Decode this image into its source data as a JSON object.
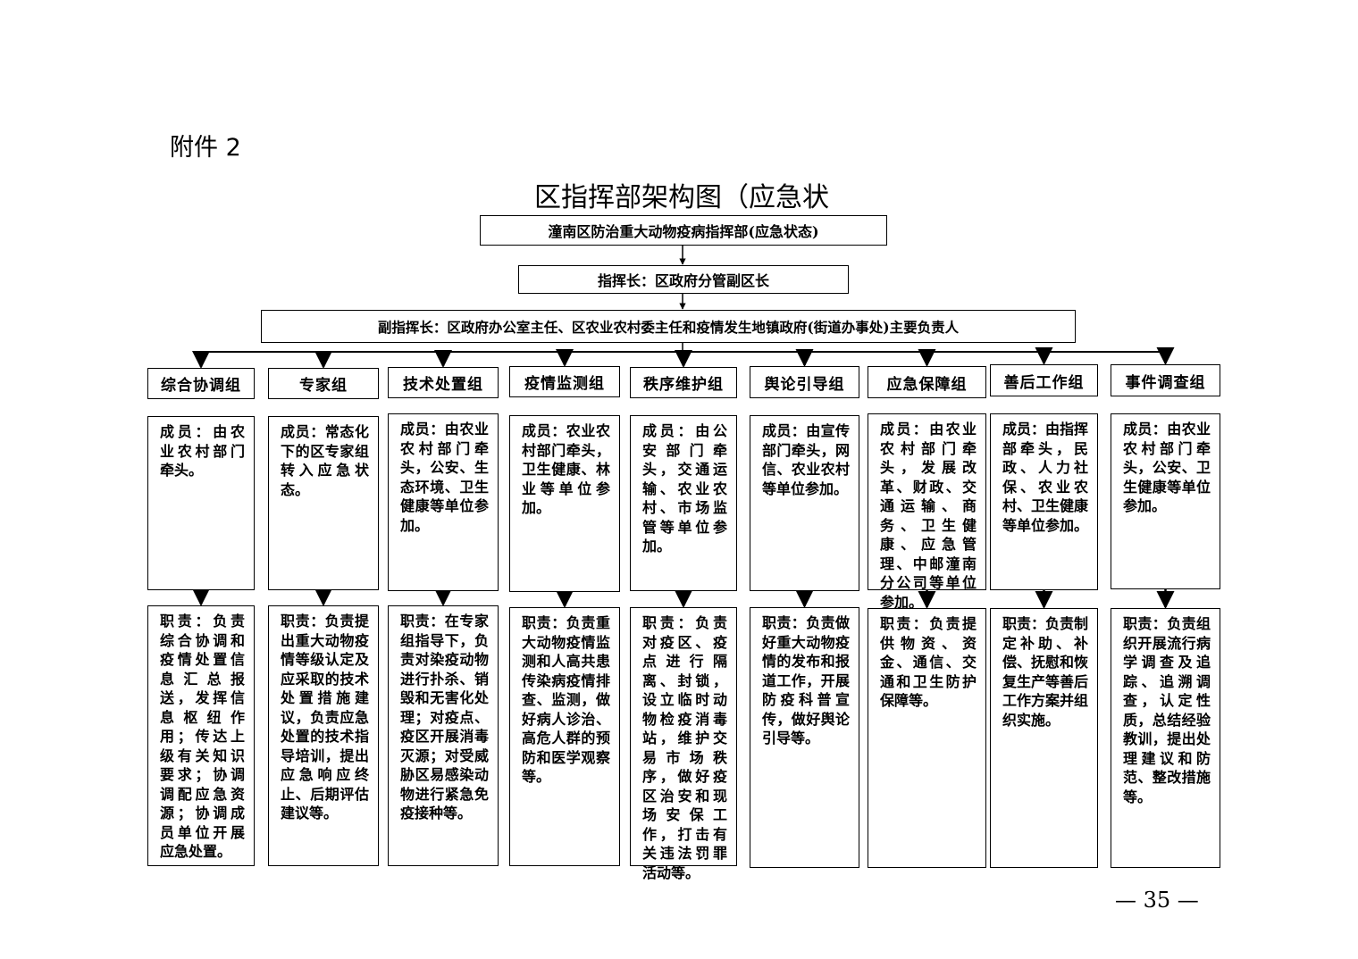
{
  "header": {
    "attachment": "附件 2",
    "title": "区指挥部架构图（应急状"
  },
  "chart": {
    "top": "潼南区防治重大动物疫病指挥部(应急状态)",
    "commander": "指挥长：区政府分管副区长",
    "deputy": "副指挥长：区政府办公室主任、区农业农村委主任和疫情发生地镇政府(街道办事处)主要负责人",
    "groups": [
      {
        "name": "综合协调组",
        "members": "成员：由农业农村部门牵头。",
        "duties": "职责：负责综合协调和疫情处置信息汇总报送，发挥信息枢纽作用；传达上级有关知识要求；协调调配应急资源；协调成员单位开展应急处置。"
      },
      {
        "name": "专家组",
        "members": "成员：常态化下的区专家组转入应急状态。",
        "duties": "职责：负责提出重大动物疫情等级认定及应采取的技术处置措施建议，负责应急处置的技术指导培训，提出应急响应终止、后期评估建议等。"
      },
      {
        "name": "技术处置组",
        "members": "成员：由农业农村部门牵头，公安、生态环境、卫生健康等单位参加。",
        "duties": "职责：在专家组指导下，负责对染疫动物进行扑杀、销毁和无害化处理；对疫点、疫区开展消毒灭源；对受威胁区易感染动物进行紧急免疫接种等。"
      },
      {
        "name": "疫情监测组",
        "members": "成员：农业农村部门牵头，卫生健康、林业等单位参加。",
        "duties": "职责：负责重大动物疫情监测和人高共患传染病疫情排查、监测，做好病人诊治、高危人群的预防和医学观察等。"
      },
      {
        "name": "秩序维护组",
        "members": "成员：由公安部门牵头，交通运输、农业农村、市场监管等单位参加。",
        "duties": "职责：负责对疫区、疫点进行隔离、封锁，设立临时动物检疫消毒站，维护交易市场秩序，做好疫区治安和现场安保工作，打击有关违法罚罪活动等。"
      },
      {
        "name": "舆论引导组",
        "members": "成员：由宣传部门牵头，网信、农业农村等单位参加。",
        "duties": "职责：负责做好重大动物疫情的发布和报道工作，开展防疫科普宣传，做好舆论引导等。"
      },
      {
        "name": "应急保障组",
        "members": "成员：由农业农村部门牵头，发展改革、财政、交通运输、商务、卫生健康、应急管理、中邮潼南分公司等单位参加。",
        "duties": "职责：负责提供物资、资金、通信、交通和卫生防护保障等。"
      },
      {
        "name": "善后工作组",
        "members": "成员：由指挥部牵头，民政、人力社保、农业农村、卫生健康等单位参加。",
        "duties": "职责：负责制定补助、补偿、抚慰和恢复生产等善后工作方案并组织实施。"
      },
      {
        "name": "事件调查组",
        "members": "成员：由农业农村部门牵头，公安、卫生健康等单位参加。",
        "duties": "职责：负责组织开展流行病学调查及追踪、追溯调查，认定性质，总结经验教训，提出处理建议和防范、整改措施等。"
      }
    ]
  },
  "footer": {
    "page": "— 35 —"
  }
}
